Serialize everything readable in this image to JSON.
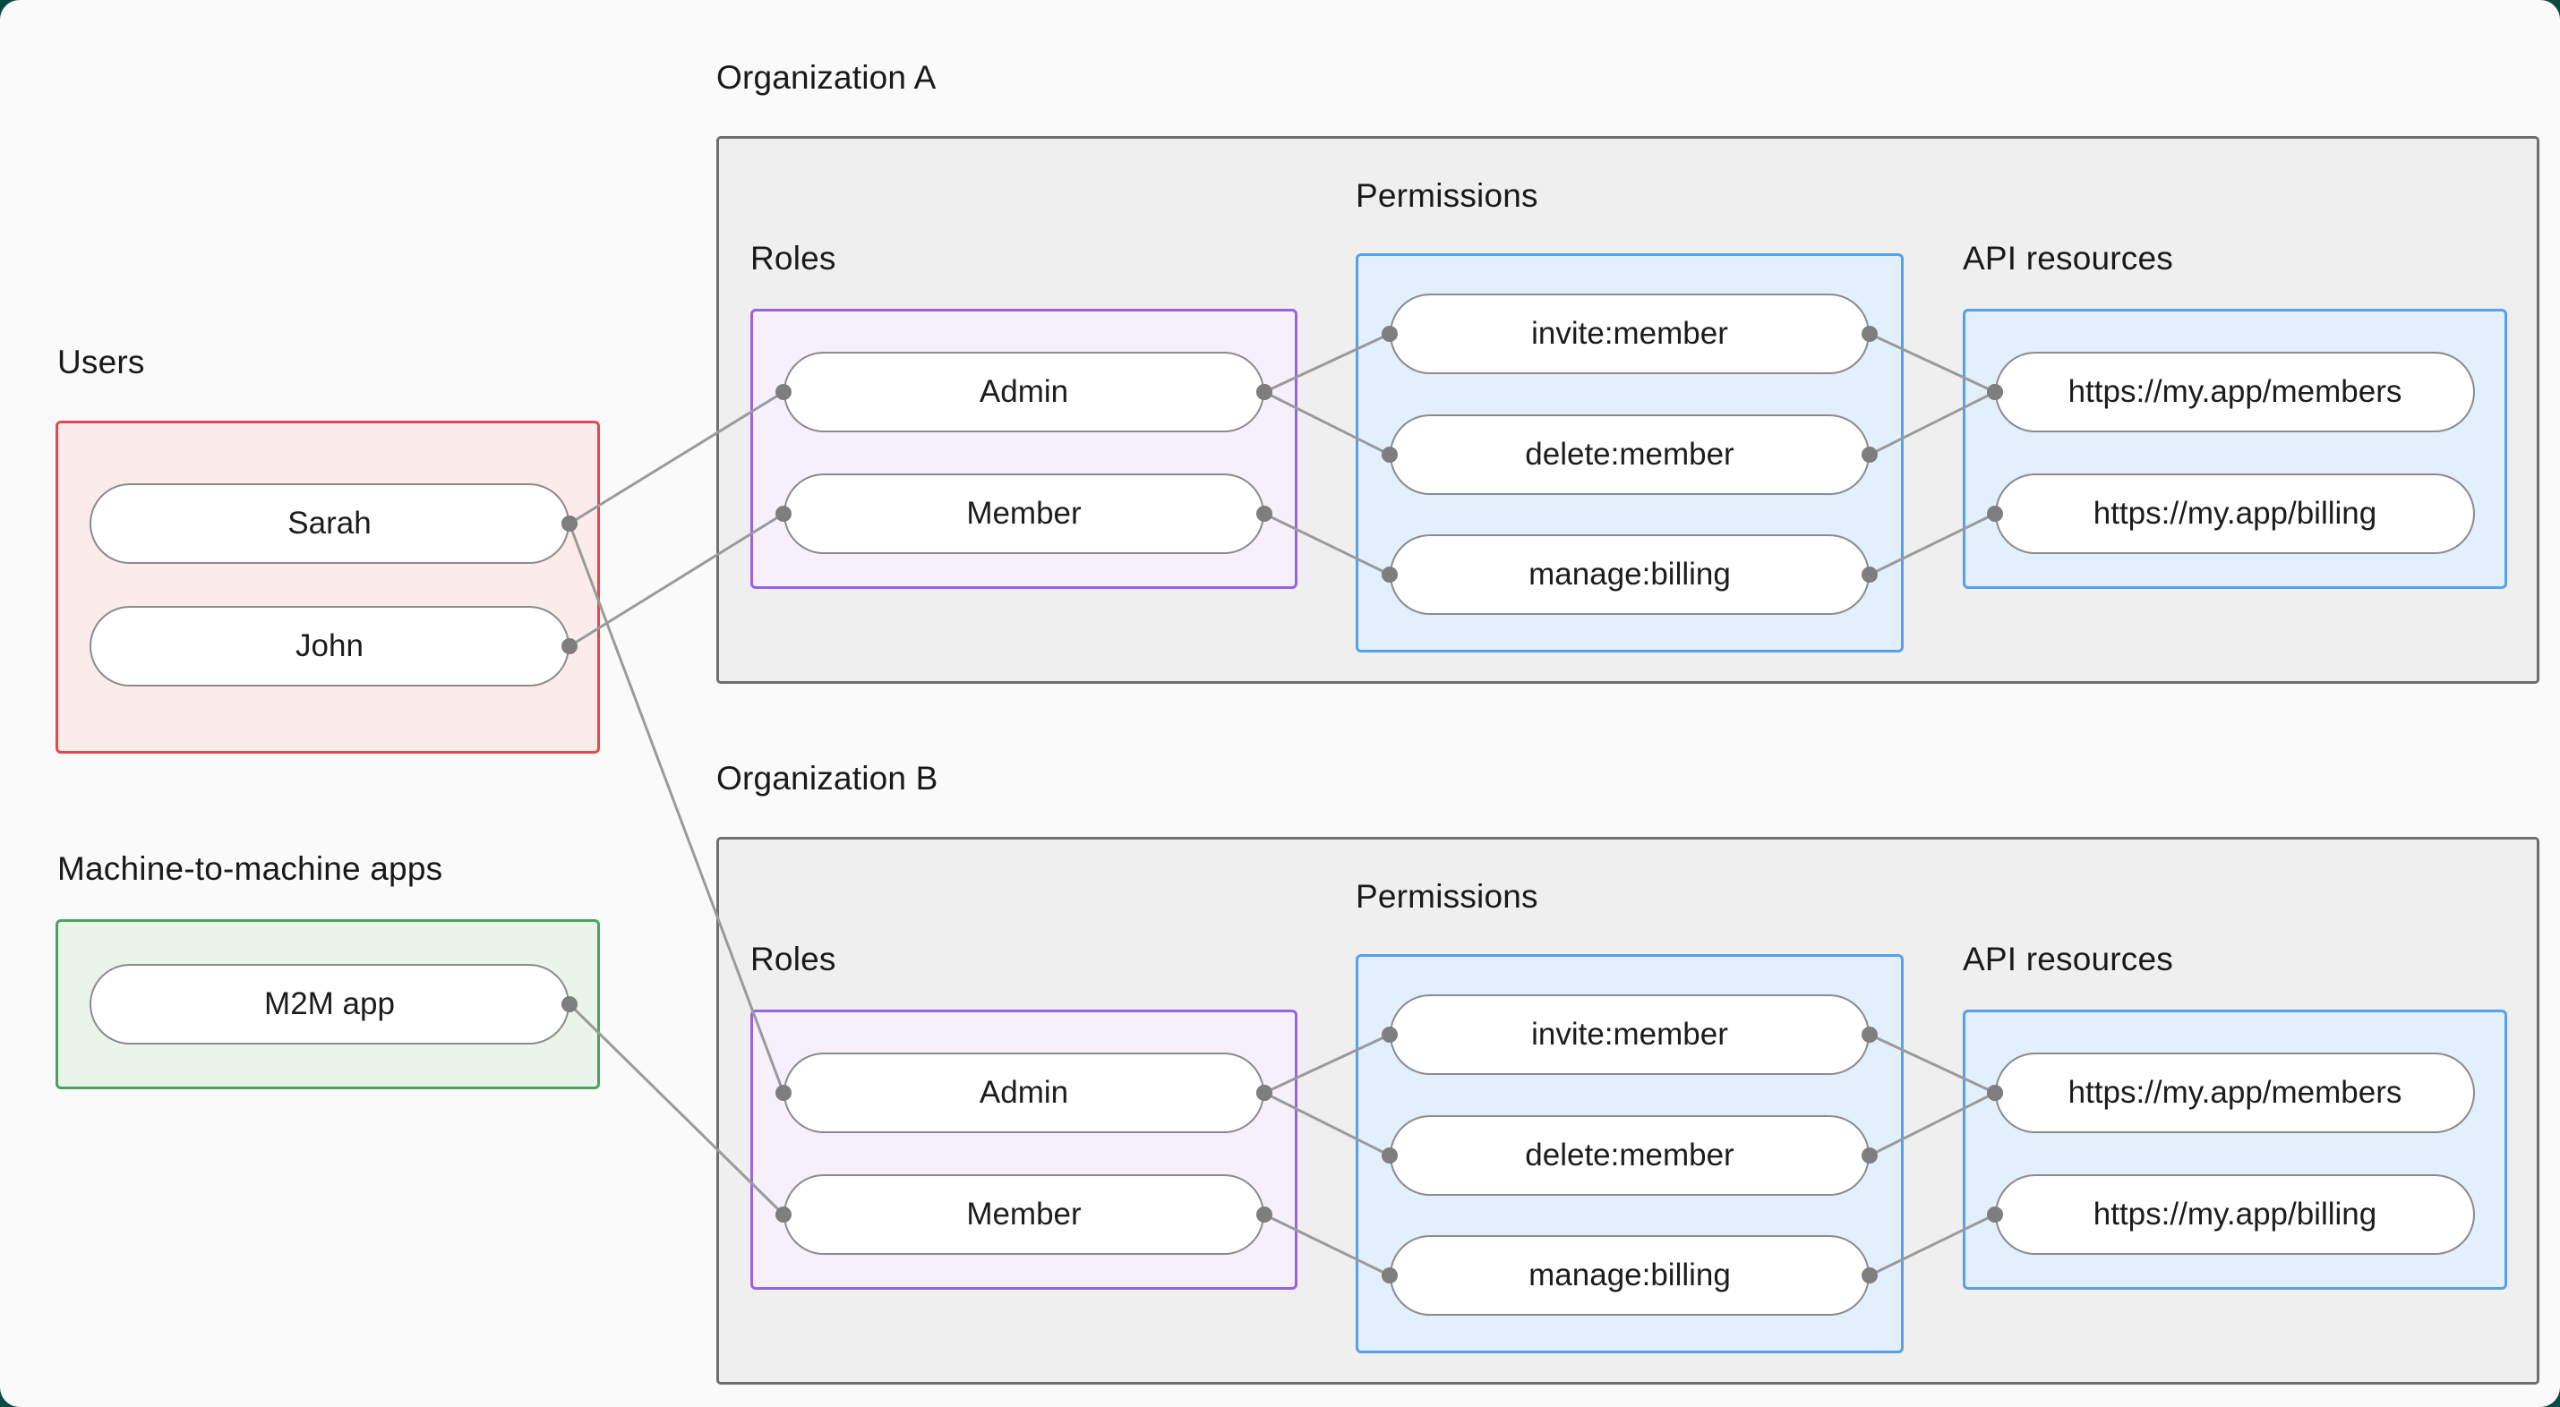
{
  "palette": {
    "page_bg": "#FAFAFA",
    "outer_bg": "#0B4A43",
    "org_box_bg": "#EFEFEF",
    "org_box_border": "#6E6E6E",
    "users_box_border": "#E5484D",
    "users_box_bg": "#FCEBEB",
    "m2m_box_border": "#4AA45E",
    "m2m_box_bg": "#E9F5EB",
    "roles_box_border": "#9763E3",
    "roles_box_bg": "#F6F0FD",
    "blue_box_border": "#57A0EC",
    "blue_box_bg": "#E2EFFC",
    "pill_border": "#8B8B8B",
    "line_color": "#9A9A9A",
    "dot_color": "#7E7E7E",
    "text_color": "#191919"
  },
  "groups": {
    "users": {
      "label": "Users",
      "items": [
        "Sarah",
        "John"
      ]
    },
    "m2m": {
      "label": "Machine-to-machine apps",
      "items": [
        "M2M app"
      ]
    }
  },
  "organizations": [
    {
      "title": "Organization A",
      "roles": {
        "label": "Roles",
        "items": [
          "Admin",
          "Member"
        ]
      },
      "permissions": {
        "label": "Permissions",
        "items": [
          "invite:member",
          "delete:member",
          "manage:billing"
        ]
      },
      "resources": {
        "label": "API resources",
        "items": [
          "https://my.app/members",
          "https://my.app/billing"
        ]
      }
    },
    {
      "title": "Organization B",
      "roles": {
        "label": "Roles",
        "items": [
          "Admin",
          "Member"
        ]
      },
      "permissions": {
        "label": "Permissions",
        "items": [
          "invite:member",
          "delete:member",
          "manage:billing"
        ]
      },
      "resources": {
        "label": "API resources",
        "items": [
          "https://my.app/members",
          "https://my.app/billing"
        ]
      }
    }
  ],
  "edges": [
    {
      "from": "sarah",
      "fromSide": "right",
      "to": "orgA-admin",
      "toSide": "left"
    },
    {
      "from": "john",
      "fromSide": "right",
      "to": "orgA-member",
      "toSide": "left"
    },
    {
      "from": "sarah",
      "fromSide": "right",
      "to": "orgB-admin",
      "toSide": "left"
    },
    {
      "from": "m2m",
      "fromSide": "right",
      "to": "orgB-member",
      "toSide": "left"
    },
    {
      "from": "orgA-admin",
      "fromSide": "right",
      "to": "orgA-perm-invite",
      "toSide": "left"
    },
    {
      "from": "orgA-admin",
      "fromSide": "right",
      "to": "orgA-perm-delete",
      "toSide": "left"
    },
    {
      "from": "orgA-member",
      "fromSide": "right",
      "to": "orgA-perm-manage",
      "toSide": "left"
    },
    {
      "from": "orgA-perm-invite",
      "fromSide": "right",
      "to": "orgA-res-members",
      "toSide": "left"
    },
    {
      "from": "orgA-perm-delete",
      "fromSide": "right",
      "to": "orgA-res-members",
      "toSide": "left"
    },
    {
      "from": "orgA-perm-manage",
      "fromSide": "right",
      "to": "orgA-res-billing",
      "toSide": "left"
    },
    {
      "from": "orgB-admin",
      "fromSide": "right",
      "to": "orgB-perm-invite",
      "toSide": "left"
    },
    {
      "from": "orgB-admin",
      "fromSide": "right",
      "to": "orgB-perm-delete",
      "toSide": "left"
    },
    {
      "from": "orgB-member",
      "fromSide": "right",
      "to": "orgB-perm-manage",
      "toSide": "left"
    },
    {
      "from": "orgB-perm-invite",
      "fromSide": "right",
      "to": "orgB-res-members",
      "toSide": "left"
    },
    {
      "from": "orgB-perm-delete",
      "fromSide": "right",
      "to": "orgB-res-members",
      "toSide": "left"
    },
    {
      "from": "orgB-perm-manage",
      "fromSide": "right",
      "to": "orgB-res-billing",
      "toSide": "left"
    }
  ]
}
